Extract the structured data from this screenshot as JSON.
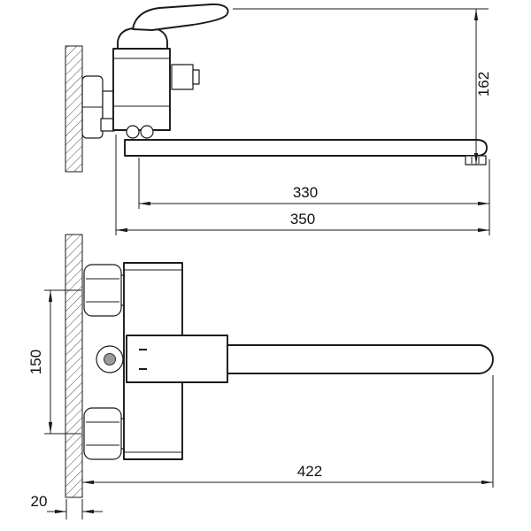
{
  "dimensions": {
    "side_view": {
      "height": "162",
      "spout_length": "330",
      "total_projection": "350"
    },
    "front_view": {
      "mount_centers": "150",
      "overall_length": "422",
      "wall_thickness": "20"
    }
  }
}
